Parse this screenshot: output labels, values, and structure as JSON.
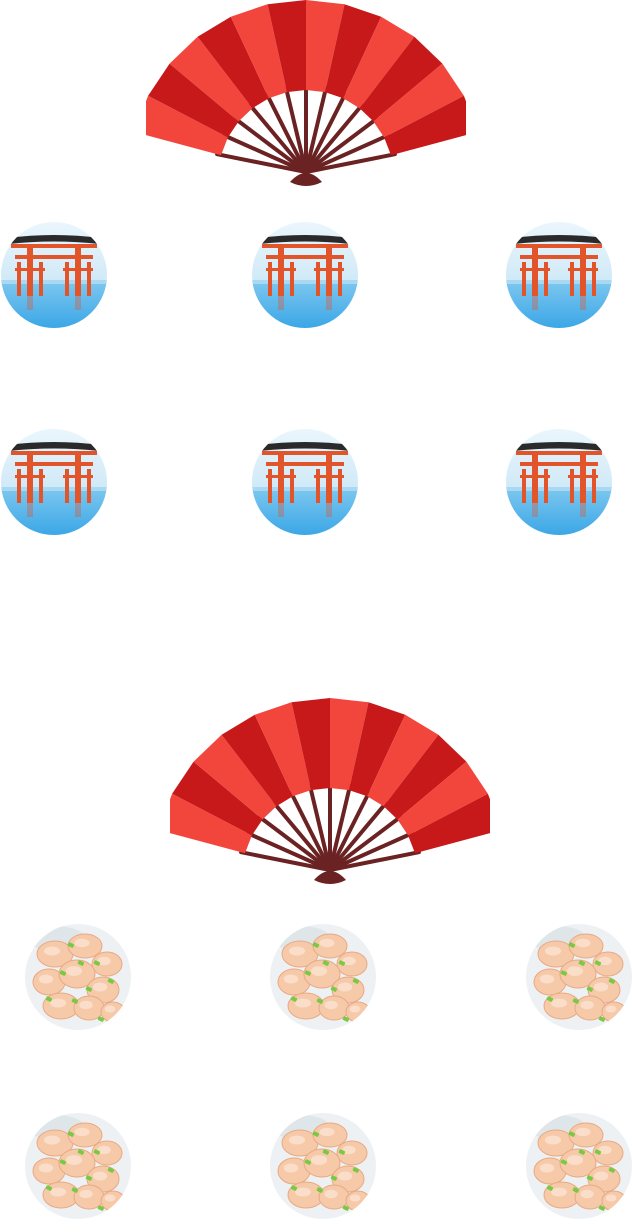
{
  "sections": [
    {
      "header_icon": "red-folding-fan-icon",
      "items": [
        {
          "image": "itsukushima-torii-gate"
        },
        {
          "image": "itsukushima-torii-gate"
        },
        {
          "image": "itsukushima-torii-gate"
        },
        {
          "image": "itsukushima-torii-gate"
        },
        {
          "image": "itsukushima-torii-gate"
        },
        {
          "image": "itsukushima-torii-gate"
        }
      ]
    },
    {
      "header_icon": "red-folding-fan-icon",
      "items": [
        {
          "image": "dumplings"
        },
        {
          "image": "dumplings"
        },
        {
          "image": "dumplings"
        },
        {
          "image": "dumplings"
        },
        {
          "image": "dumplings"
        },
        {
          "image": "dumplings"
        }
      ]
    }
  ],
  "colors": {
    "fan_light": "#f2463d",
    "fan_dark": "#c8191a",
    "fan_ribs": "#6b2222",
    "sky": "#cfe9f7",
    "water": "#3ba7e6",
    "torii": "#e2542a",
    "dumpling": "#f6c9a8",
    "scallion": "#7ac943"
  }
}
